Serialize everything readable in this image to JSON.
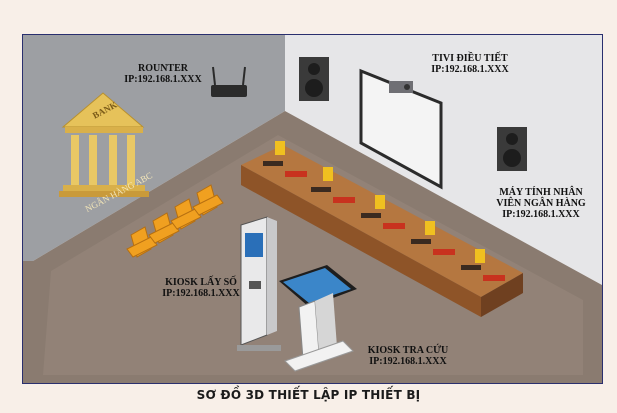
{
  "diagram": {
    "router": {
      "name": "ROUNTER",
      "ip": "IP:192.168.1.XXX"
    },
    "tv": {
      "name": "TIVI ĐIỀU TIẾT",
      "ip": "IP:192.168.1.XXX"
    },
    "bank_sign": {
      "top": "BANK",
      "name": "NGÂN HÀNG ABC"
    },
    "staff_pc": {
      "name_line1": "MÁY TÍNH NHÂN",
      "name_line2": "VIÊN NGÂN HÀNG",
      "ip": "IP:192.168.1.XXX"
    },
    "kiosk_ticket": {
      "name": "KIOSK LẤY SỐ",
      "ip": "IP:192.168.1.XXX"
    },
    "kiosk_lookup": {
      "name": "KIOSK TRA CỨU",
      "ip": "IP:192.168.1.XXX"
    }
  },
  "caption": "SƠ ĐỒ 3D THIẾT LẬP IP THIẾT BỊ",
  "colors": {
    "left_wall": "#9d9fa3",
    "right_wall": "#e6e6e8",
    "floor": "#8a7b70",
    "desk": "#a86a3a",
    "chair": "#f0a020",
    "frame_border": "#2a2f6e"
  }
}
